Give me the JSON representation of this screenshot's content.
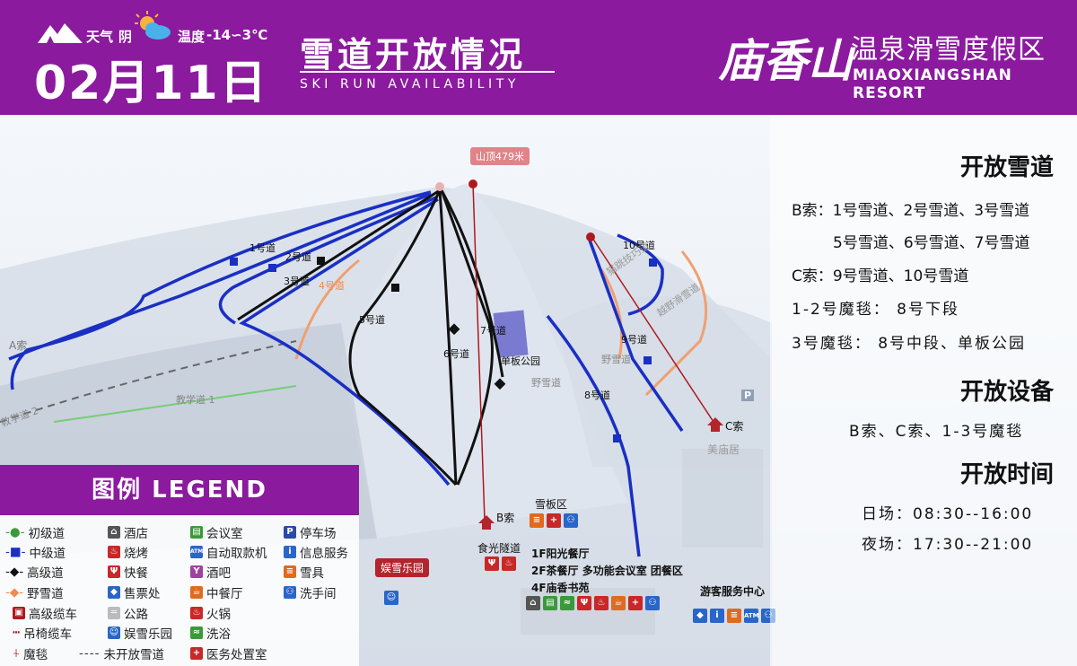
{
  "header": {
    "weather_label": "天气",
    "weather_value": "阴",
    "temp_label": "温度",
    "temp_value": "-14∽3℃",
    "date": "02月11日",
    "title_cn": "雪道开放情况",
    "title_en": "SKI RUN AVAILABILITY",
    "brand_script": "庙香山",
    "brand_cn": "温泉滑雪度假区",
    "brand_en": "MIAOXIANGSHAN RESORT"
  },
  "panel": {
    "runs_title": "开放雪道",
    "runs_lines": [
      "B索：1号雪道、2号雪道、3号雪道",
      "5号雪道、6号雪道、7号雪道",
      "C索：9号雪道、10号雪道",
      "1-2号魔毯： 8号下段",
      "3号魔毯： 8号中段、单板公园"
    ],
    "facilities_title": "开放设备",
    "facilities_line": "B索、C索、1-3号魔毯",
    "hours_title": "开放时间",
    "hours_lines": [
      "日场：08:30--16:00",
      "夜场：17:30--21:00"
    ]
  },
  "legend": {
    "title": "图例  LEGEND",
    "items": [
      "初级道",
      "中级道",
      "高级道",
      "野雪道",
      "高级缆车",
      "吊椅缆车",
      "魔毯",
      "酒店",
      "烧烤",
      "快餐",
      "售票处",
      "公路",
      "娱雪乐园",
      "未开放雪道",
      "会议室",
      "自动取款机",
      "酒吧",
      "中餐厅",
      "火锅",
      "洗浴",
      "医务处置室",
      "停车场",
      "信息服务",
      "雪具",
      "洗手间"
    ]
  },
  "map": {
    "peak": "山顶479米",
    "run_labels": [
      "1号道",
      "2号道",
      "3号道",
      "4号道",
      "5号道",
      "6号道",
      "7号道",
      "8号道",
      "9号道",
      "10号道",
      "单板公园",
      "野雪道",
      "野雪道",
      "猫跳技巧道",
      "越野滑雪道",
      "教学道 1",
      "教学道 2"
    ],
    "lift_labels": [
      "A索",
      "B索",
      "C索"
    ],
    "buildings": [
      "美庙居",
      "雪板区",
      "食光隧道",
      "游客服务中心"
    ],
    "hut": "娱雪乐园",
    "lodge_lines": [
      "1F阳光餐厅",
      "2F茶餐厅  多功能会议室  团餐区",
      "4F庙香书苑"
    ],
    "parking": "P"
  },
  "colors": {
    "brand": "#8b1a9e",
    "intermediate": "#1a2fc4",
    "advanced": "#111111",
    "freeride": "#f0a070",
    "beginner": "#3a9a3a",
    "lift": "#b01820"
  }
}
